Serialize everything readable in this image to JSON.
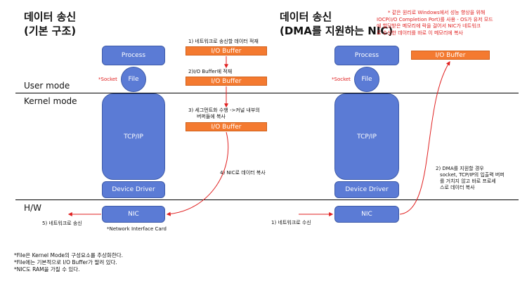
{
  "left": {
    "title1": "데이터 송신",
    "title2": "(기본 구조)",
    "process": "Process",
    "file": "File",
    "socket": "*Socket",
    "tcpip": "TCP/IP",
    "driver": "Device Driver",
    "nic": "NIC",
    "nic_note": "*Network Interface Card",
    "step1": "1) 네트워크로 송신할 데이터 적재",
    "step2": "2)I/O Buffer에 적재",
    "step3_line1": "3) 세그먼트화 수행 ->커널 내부의",
    "step3_line2": "버퍼들에 복사",
    "step4": "4) NIC로 데이터 복사",
    "step5": "5) 네트워크로 송신",
    "buffer1": "I/O Buffer",
    "buffer2": "I/O Buffer",
    "buffer3": "I/O Buffer"
  },
  "right": {
    "title1": "데이터 송신",
    "title2": "(DMA를 지원하는 NIC)",
    "note_line1": "* 같은 원리로 Windows에서 성능 향상을 위해",
    "note_line2": "IOCP(I/O Completion Port)를 사용 - OS가 유저 모드",
    "note_line3": "에 할당받은 메모리에 락을 걸어서 NIC가 네트워크",
    "note_line4": "로 수신한 데이터를 바로 이 메모리에 복사",
    "process": "Process",
    "file": "File",
    "socket": "*Socket",
    "tcpip": "TCP/IP",
    "driver": "Device Driver",
    "nic": "NIC",
    "buffer": "I/O Buffer",
    "step1": "1) 네트워크로 수신",
    "step2_line1": "2) DMA를 지원할 경우",
    "step2_line2": "socket, TCP/IP의 입출력 버퍼",
    "step2_line3": "를 거치지 않고 바로 프로세",
    "step2_line4": "스로 데이터 복사"
  },
  "modes": {
    "user": "User mode",
    "kernel": "Kernel mode",
    "hw": "H/W"
  },
  "footnotes": [
    "*File은 Kernel Mode의 구성요소를 추상화한다.",
    "*File에는 기본적으로 I/O Buffer가 딸려 있다.",
    "*NIC도 RAM을 가질 수 있다."
  ],
  "colors": {
    "component": "#5b7bd5",
    "buffer": "#f47a30",
    "arrow": "#e02020"
  }
}
